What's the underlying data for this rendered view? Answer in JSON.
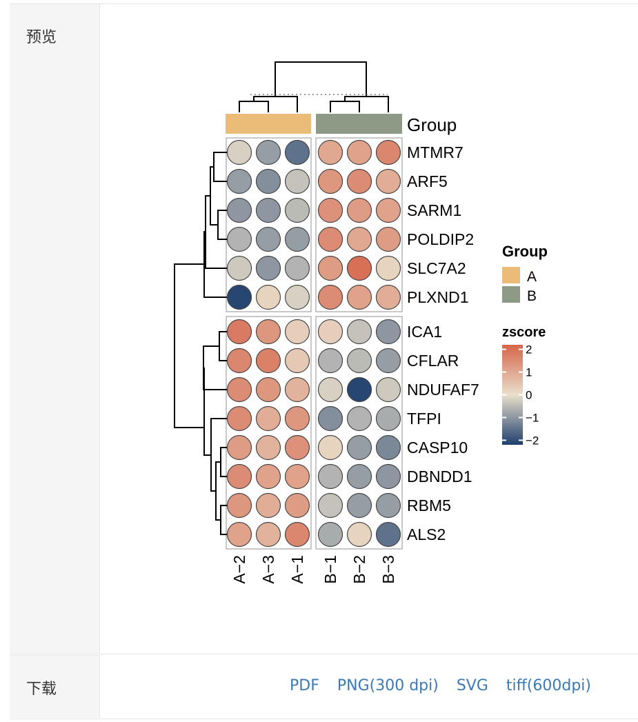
{
  "sections": {
    "preview_label": "预览",
    "download_label": "下载"
  },
  "downloads": [
    {
      "label": "PDF"
    },
    {
      "label": "PNG(300 dpi)"
    },
    {
      "label": "SVG"
    },
    {
      "label": "tiff(600dpi)"
    }
  ],
  "colors": {
    "group_A": "#EBBC77",
    "group_B": "#8D9A86",
    "scale_low": "#1E3F6E",
    "scale_mid": "#E9DFCB",
    "scale_high": "#D6654B",
    "link": "#3a7ab8"
  },
  "chart_data": {
    "type": "heatmap",
    "title": "",
    "annotation_label": "Group",
    "columns": [
      "A−2",
      "A−3",
      "A−1",
      "B−1",
      "B−2",
      "B−3"
    ],
    "column_groups": [
      "A",
      "A",
      "A",
      "B",
      "B",
      "B"
    ],
    "rows": [
      "MTMR7",
      "ARF5",
      "SARM1",
      "POLDIP2",
      "SLC7A2",
      "PLXND1",
      "ICA1",
      "CFLAR",
      "NDUFAF7",
      "TFPI",
      "CASP10",
      "DBNDD1",
      "RBM5",
      "ALS2"
    ],
    "row_clusters": [
      6,
      8
    ],
    "column_clusters": [
      3,
      3
    ],
    "values": [
      [
        -0.2,
        -0.9,
        -1.5,
        1.0,
        1.1,
        1.6
      ],
      [
        -0.9,
        -1.1,
        -0.4,
        1.3,
        1.5,
        0.9
      ],
      [
        -1.0,
        -1.0,
        -0.5,
        1.4,
        1.2,
        1.1
      ],
      [
        -0.6,
        -0.9,
        -0.9,
        1.5,
        1.0,
        1.2
      ],
      [
        -0.3,
        -1.0,
        -0.6,
        1.2,
        2.0,
        0.2
      ],
      [
        -2.1,
        0.2,
        -0.2,
        1.5,
        1.1,
        0.9
      ],
      [
        1.8,
        1.3,
        0.3,
        0.3,
        -0.4,
        -1.0
      ],
      [
        1.6,
        1.7,
        0.4,
        -0.6,
        -0.5,
        -0.9
      ],
      [
        1.5,
        1.3,
        0.8,
        -0.2,
        -2.1,
        -0.3
      ],
      [
        1.5,
        0.9,
        1.3,
        -1.1,
        -0.6,
        -0.7
      ],
      [
        1.2,
        0.8,
        1.4,
        0.2,
        -0.9,
        -1.2
      ],
      [
        1.5,
        1.1,
        1.1,
        -0.6,
        -0.9,
        -1.0
      ],
      [
        1.3,
        0.9,
        1.2,
        -0.4,
        -0.9,
        -0.9
      ],
      [
        1.1,
        0.8,
        1.6,
        -0.7,
        0.2,
        -1.5
      ]
    ],
    "legend_group": {
      "title": "Group",
      "items": [
        "A",
        "B"
      ]
    },
    "legend_scale": {
      "title": "zscore",
      "ticks": [
        "2",
        "1",
        "0",
        "−1",
        "−2"
      ],
      "tick_values": [
        2,
        1,
        0,
        -1,
        -2
      ],
      "range": [
        -2.2,
        2.2
      ]
    }
  }
}
